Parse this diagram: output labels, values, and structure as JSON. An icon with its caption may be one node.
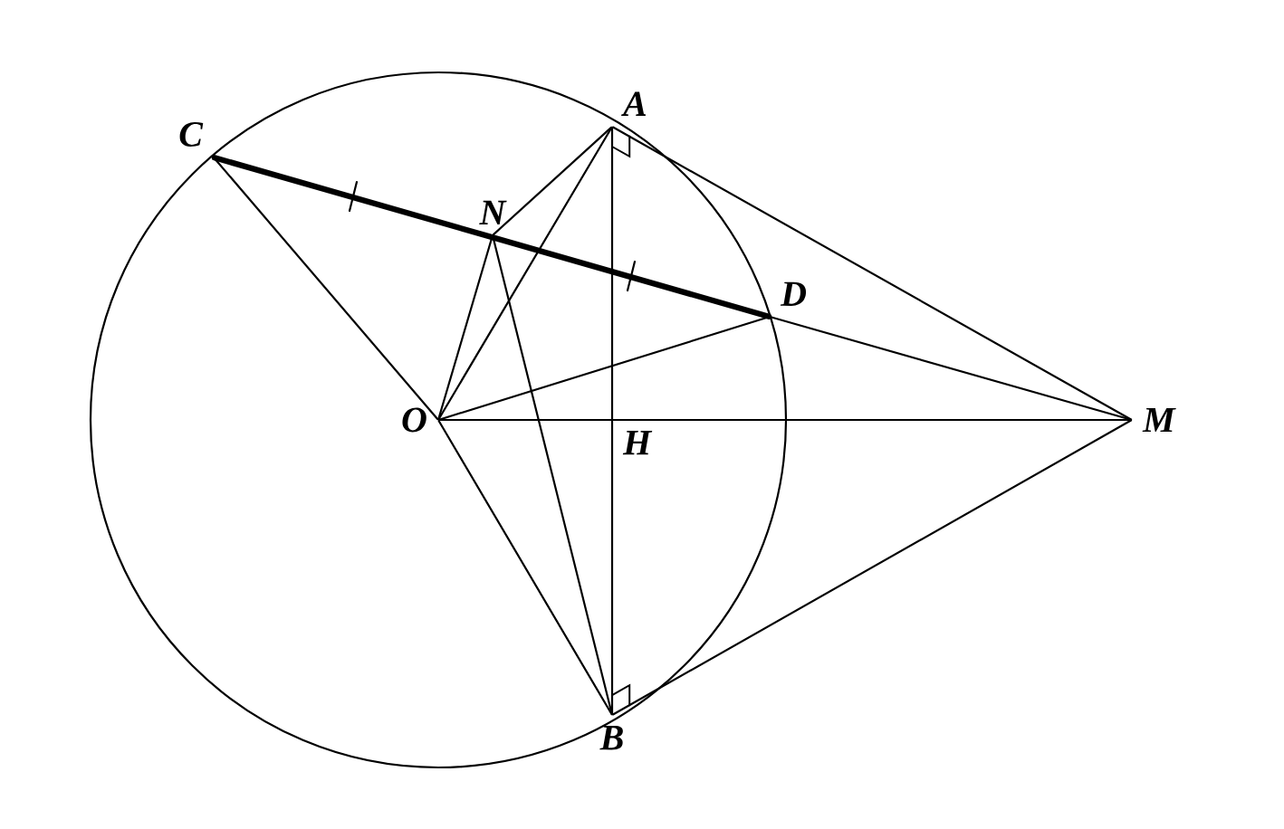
{
  "diagram": {
    "nodes": [
      {
        "text": [
          "A"
        ]
      },
      {
        "text": [
          "C"
        ]
      },
      {
        "text": [
          "N"
        ]
      },
      {
        "text": [
          "D"
        ]
      },
      {
        "text": [
          "O"
        ]
      },
      {
        "text": [
          "H"
        ]
      },
      {
        "text": [
          "M"
        ]
      },
      {
        "text": [
          "B"
        ]
      }
    ],
    "edges": [
      {
        "from": 1,
        "to": 3,
        "arrow": "none",
        "style": "thick"
      },
      {
        "from": 1,
        "to": 4,
        "arrow": "none"
      },
      {
        "from": 4,
        "to": 7,
        "arrow": "none"
      },
      {
        "from": 4,
        "to": 0,
        "arrow": "none"
      },
      {
        "from": 4,
        "to": 2,
        "arrow": "none"
      },
      {
        "from": 4,
        "to": 3,
        "arrow": "none"
      },
      {
        "from": 2,
        "to": 0,
        "arrow": "none"
      },
      {
        "from": 2,
        "to": 7,
        "arrow": "none"
      },
      {
        "from": 0,
        "to": 7,
        "arrow": "none"
      },
      {
        "from": 4,
        "to": 6,
        "arrow": "none"
      },
      {
        "from": 0,
        "to": 6,
        "arrow": "none"
      },
      {
        "from": 3,
        "to": 6,
        "arrow": "none"
      },
      {
        "from": 7,
        "to": 6,
        "arrow": "none"
      }
    ]
  }
}
